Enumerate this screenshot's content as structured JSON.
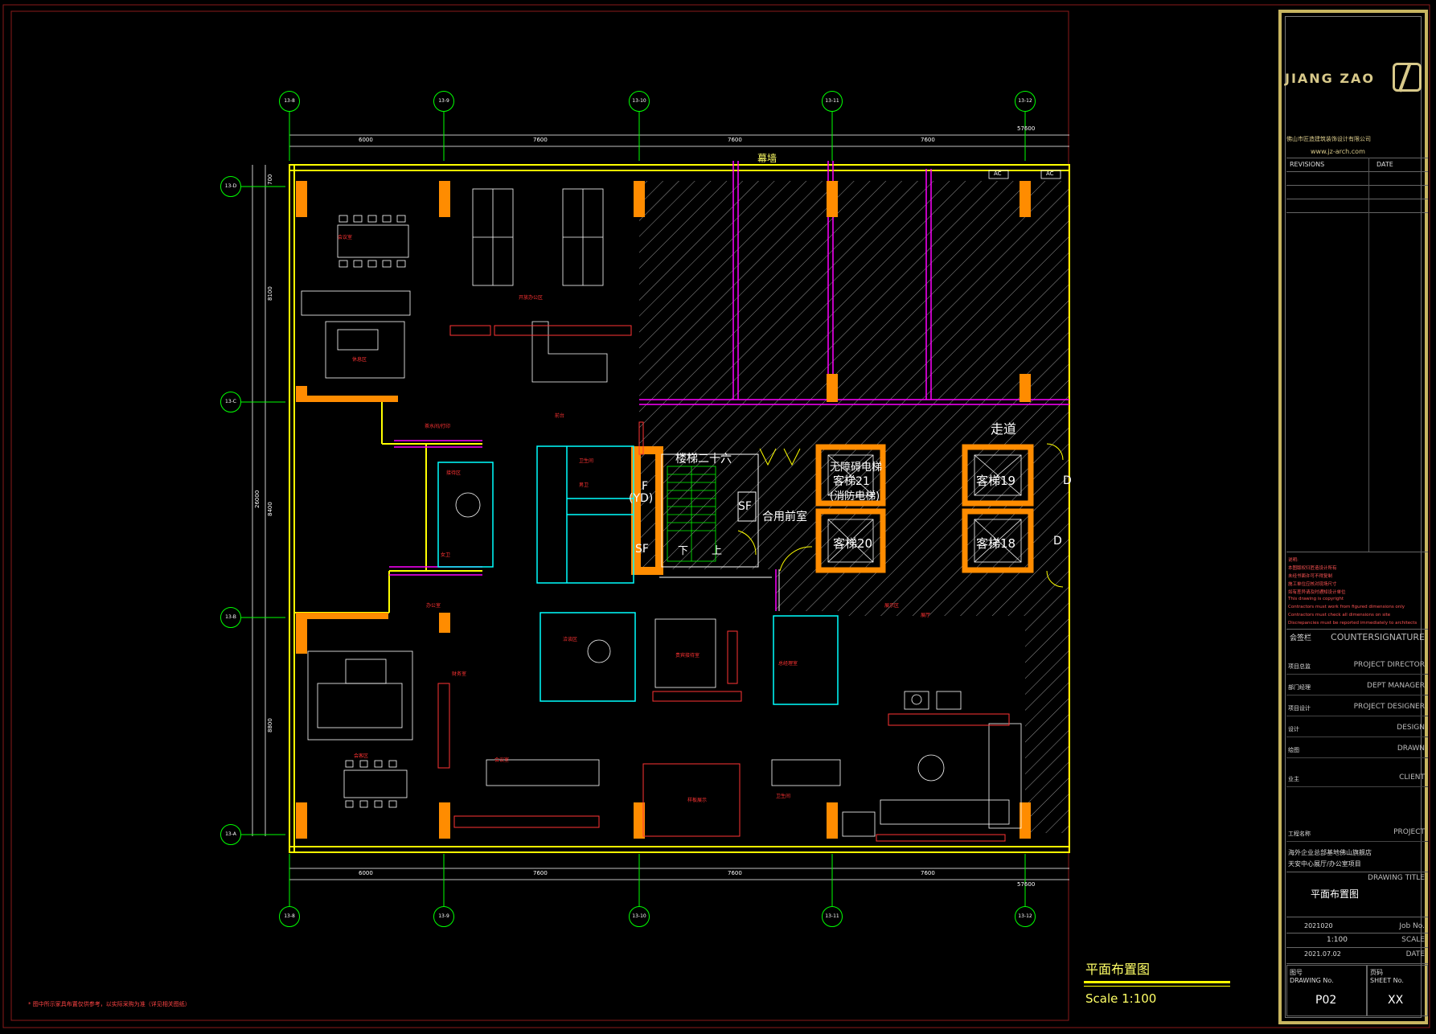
{
  "drawing": {
    "plan_title": "平面布置图",
    "scale_label": "Scale 1:100",
    "top_label": "幕墙",
    "corridor_label": "走道",
    "footnote": "*  图中所示家具布置仅供参考，以实际采购为准（详见相关图纸）",
    "colors": {
      "background": "#000000",
      "wall": "#ffff00",
      "column": "#ff8c00",
      "axis": "#00ff00",
      "partition": "#ff00ff",
      "furniture": "#ffffff",
      "room_label": "#ff0000",
      "fixture": "#00ffff",
      "hatch": "#ffffff",
      "frame": "#c8b560"
    }
  },
  "grid_axes": {
    "columns": [
      "13-8",
      "13-9",
      "13-10",
      "13-11",
      "13-12"
    ],
    "rows": [
      "13-D",
      "13-C",
      "13-B",
      "13-A"
    ]
  },
  "dimensions": {
    "top_spans": [
      "6000",
      "7600",
      "7600",
      "7600"
    ],
    "top_total": "57600",
    "bottom_spans": [
      "6000",
      "7600",
      "7600",
      "7600"
    ],
    "bottom_total": "57600",
    "left_spans": [
      "700",
      "8100",
      "8400",
      "8800"
    ],
    "left_total": "26000"
  },
  "cores": {
    "stair": "楼梯二十六",
    "stair_down": "下",
    "stair_up": "上",
    "shared_lobby": "合用前室",
    "fire_elevator_lines": [
      "无障碍电梯",
      "客梯21",
      "(消防电梯)"
    ],
    "elevator_20": "客梯20",
    "elevator_19": "客梯19",
    "elevator_18": "客梯18",
    "sf1": "SF",
    "sf2": "SF",
    "fyd": [
      "F",
      "(YD)"
    ],
    "d1": "D",
    "d2": "D",
    "ac1": "AC",
    "ac2": "AC"
  },
  "rooms": [
    "会议室",
    "开放办公区",
    "茶水间/打印",
    "休息区",
    "接待区",
    "前台",
    "卫生间",
    "男卫",
    "女卫",
    "洽谈区",
    "贵宾接待室",
    "展示区",
    "总经理室",
    "财务室",
    "办公室",
    "会客区",
    "会议室",
    "卫生间",
    "展厅",
    "样板展示"
  ],
  "title_block": {
    "logo_text": "JIANG ZAO",
    "company_cn": "佛山市匠造建筑装饰设计有限公司",
    "website": "www.jz-arch.com",
    "header_cols": [
      "REVISIONS",
      "DATE"
    ],
    "notes": [
      "说明:",
      "本图版权归匠造设计所有",
      "未经书面许可不得复制",
      "施工单位应核对现场尺寸",
      "如有差异请及时通知设计单位",
      "This drawing is copyright",
      "Contractors must work from figured dimensions only",
      "Contractors must check all dimensions on site",
      "Discrepancies must be reported immediately to architects"
    ],
    "countersignature_cn": "会签栏",
    "countersignature": "COUNTERSIGNATURE",
    "roles": [
      "PROJECT DIRECTOR",
      "DEPT MANAGER",
      "PROJECT DESIGNER",
      "DESIGN",
      "DRAWN",
      "CLIENT",
      "PROJECT"
    ],
    "role_cn": [
      "项目总监",
      "部门经理",
      "项目设计",
      "设计",
      "绘图",
      "业主",
      "工程名称"
    ],
    "project_lines": [
      "海外企业总部基地佛山旗舰店",
      "天安中心展厅/办公室项目"
    ],
    "drawing_title_label": "DRAWING TITLE",
    "drawing_title": "平面布置图",
    "job_no_label": "Job No.",
    "job_no": "2021020",
    "scale_label": "SCALE",
    "scale": "1:100",
    "date_label": "DATE",
    "date": "2021.07.02",
    "drawing_no_label": "DRAWING No.",
    "drawing_no_cn": "图号",
    "drawing_no": "P02",
    "sheet_no_label": "SHEET No.",
    "sheet_no_cn": "页码",
    "sheet_no": "XX"
  }
}
